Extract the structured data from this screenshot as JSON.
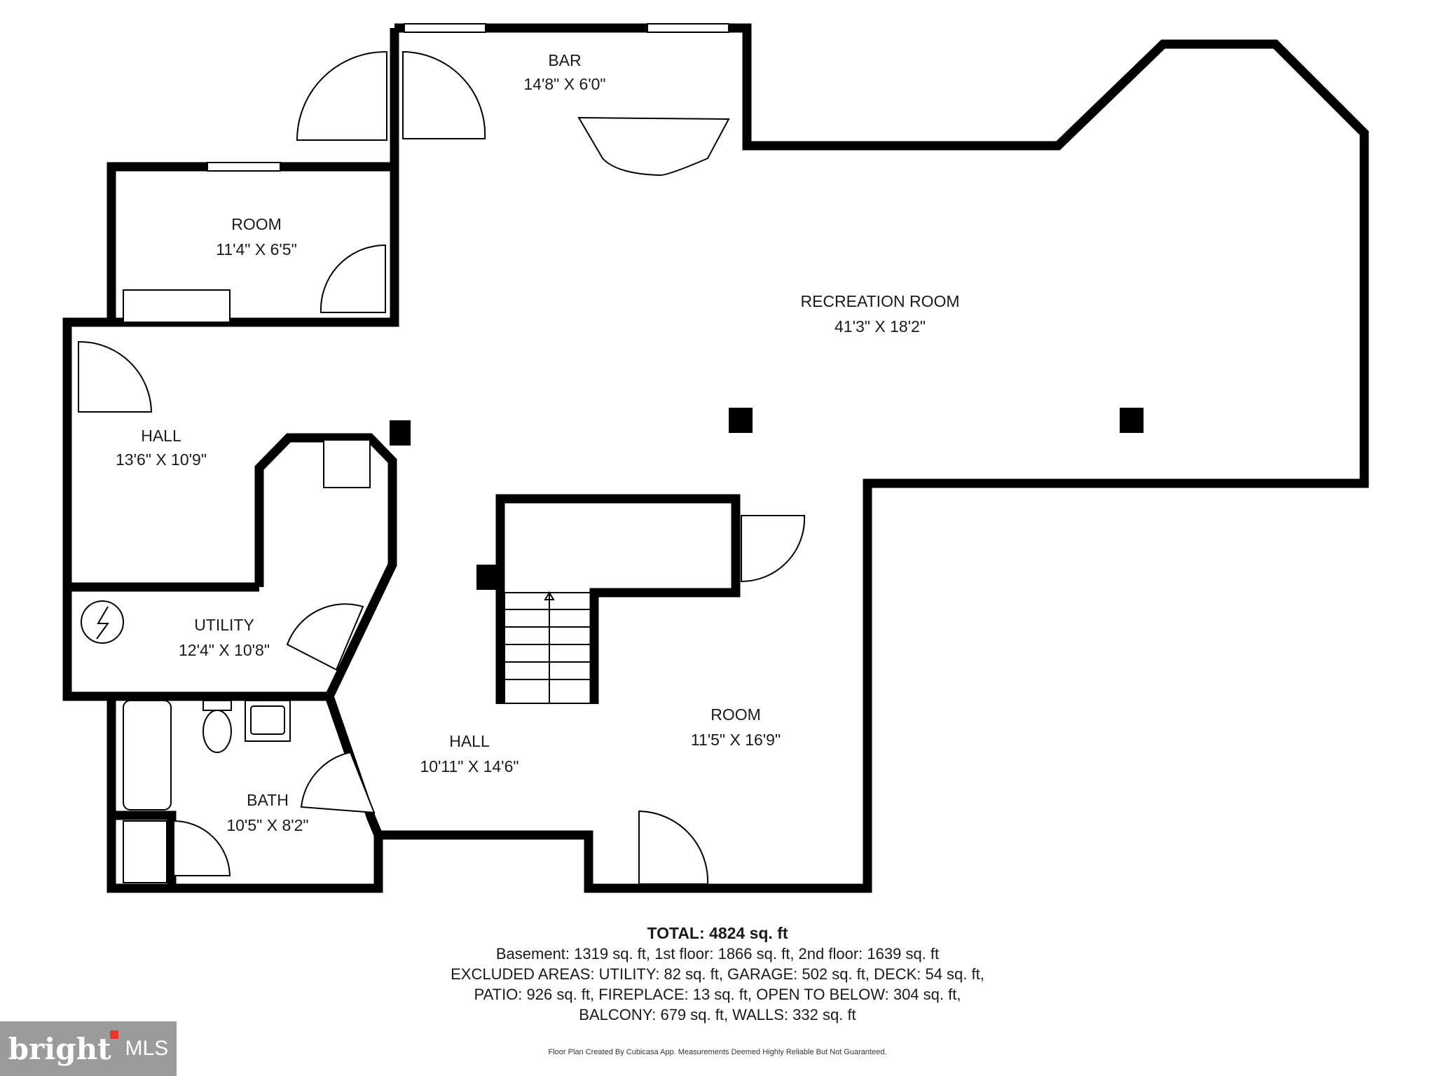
{
  "rooms": {
    "bar": {
      "name": "BAR",
      "dims": "14'8\" X 6'0\""
    },
    "room_top": {
      "name": "ROOM",
      "dims": "11'4\" X 6'5\""
    },
    "recreation": {
      "name": "RECREATION ROOM",
      "dims": "41'3\" X 18'2\""
    },
    "hall_left": {
      "name": "HALL",
      "dims": "13'6\" X 10'9\""
    },
    "utility": {
      "name": "UTILITY",
      "dims": "12'4\" X 10'8\""
    },
    "room_bottom": {
      "name": "ROOM",
      "dims": "11'5\" X 16'9\""
    },
    "hall_bottom": {
      "name": "HALL",
      "dims": "10'11\" X 14'6\""
    },
    "bath": {
      "name": "BATH",
      "dims": "10'5\" X 8'2\""
    }
  },
  "totals": {
    "total": "TOTAL: 4824 sq. ft",
    "line1": "Basement: 1319 sq. ft, 1st floor: 1866 sq. ft, 2nd floor: 1639 sq. ft",
    "line2": "EXCLUDED AREAS: UTILITY: 82 sq. ft, GARAGE: 502 sq. ft, DECK: 54 sq. ft,",
    "line3": "PATIO: 926 sq. ft, FIREPLACE: 13 sq. ft, OPEN TO BELOW: 304 sq. ft,",
    "line4": "BALCONY: 679 sq. ft, WALLS: 332 sq. ft"
  },
  "disclaimer": "Floor Plan Created By Cubicasa App. Measurements Deemed Highly Reliable But Not Guaranteed.",
  "brand": {
    "wordmark": "bright",
    "suffix": "MLS",
    "bg_color": "#9b9b9b",
    "accent_color": "#e8352a"
  },
  "colors": {
    "wall": "#000000",
    "background": "#ffffff"
  }
}
